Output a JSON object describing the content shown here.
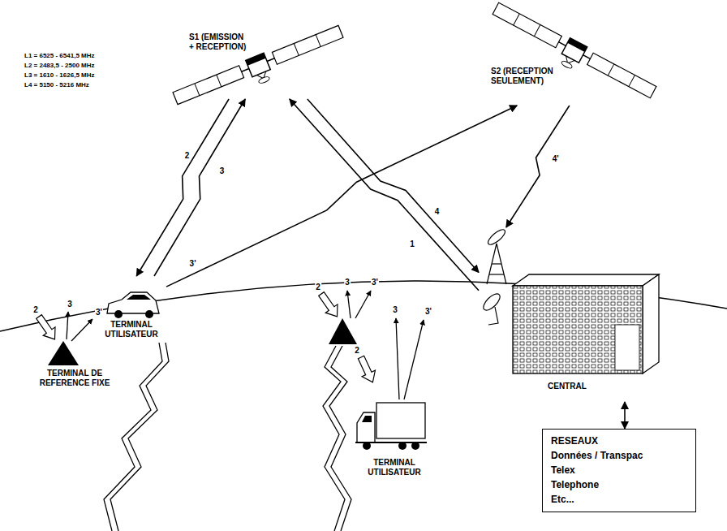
{
  "diagram": {
    "nodes": [
      {
        "text": [
          "S1 (EMISSION + RECEPTION)"
        ]
      },
      {
        "text": [
          "S2 (RECEPTION SEULEMENT)"
        ]
      },
      {
        "text": [
          "TERMINAL UTILISATEUR"
        ]
      },
      {
        "text": [
          "TERMINAL DE REFERENCE FIXE"
        ]
      },
      {
        "text": [
          "CENTRAL"
        ]
      },
      {
        "text": [
          "TERMINAL UTILISATEUR"
        ]
      },
      {
        "text": [
          "RESEAUX",
          "Données / Transpac",
          "Telex",
          "Telephone",
          "Etc..."
        ]
      }
    ],
    "edges": [
      {
        "from": 0,
        "to": 2,
        "arrow": "to",
        "label": "2"
      },
      {
        "from": 2,
        "to": 0,
        "arrow": "to",
        "label": "3"
      },
      {
        "from": 2,
        "to": 1,
        "arrow": "to",
        "label": "3'"
      },
      {
        "from": 4,
        "to": 0,
        "arrow": "to",
        "label": "1"
      },
      {
        "from": 0,
        "to": 4,
        "arrow": "to",
        "label": "4"
      },
      {
        "from": 1,
        "to": 4,
        "arrow": "to",
        "label": "4'"
      },
      {
        "from": 4,
        "to": 6,
        "arrow": "both"
      }
    ],
    "labels": [
      "L1 = 6525 - 6541,5 MHz",
      "L2 = 2483,5 - 2500 MHz",
      "L3 = 1610 - 1626,5 MHz",
      "L4 = 5150 - 5216 MHz",
      "2",
      "3",
      "3'",
      "2",
      "3",
      "3'",
      "2",
      "3",
      "3'"
    ]
  }
}
